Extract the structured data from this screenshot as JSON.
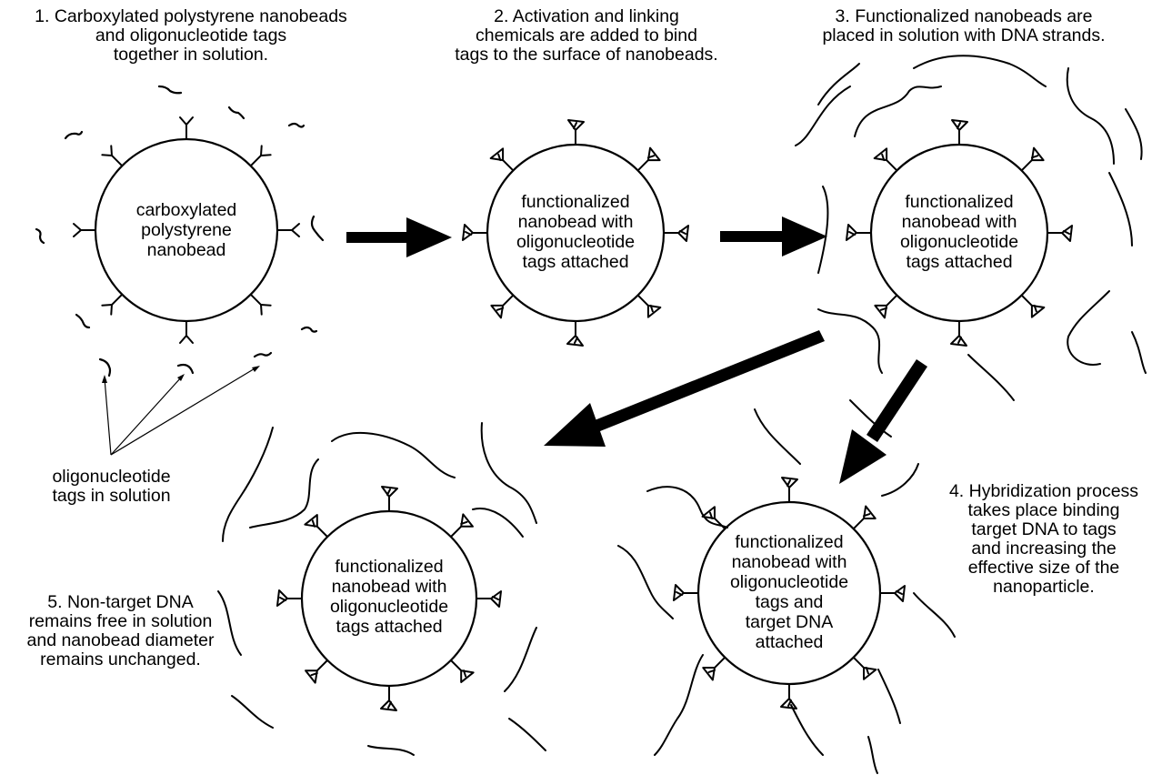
{
  "steps": {
    "step1": {
      "lines": [
        "1. Carboxylated polystyrene nanobeads",
        "and oligonucleotide tags",
        "together in solution."
      ]
    },
    "step2": {
      "lines": [
        "2. Activation and linking",
        "chemicals are added to bind",
        "tags to the surface of nanobeads."
      ]
    },
    "step3": {
      "lines": [
        "3. Functionalized nanobeads are",
        "placed in solution with DNA strands."
      ]
    },
    "step4": {
      "lines": [
        "4. Hybridization process",
        "takes place binding",
        "target DNA to tags",
        "and increasing the",
        "effective size of the",
        "nanoparticle."
      ]
    },
    "step5": {
      "lines": [
        "5. Non-target DNA",
        "remains free in solution",
        "and nanobead diameter",
        "remains unchanged."
      ]
    }
  },
  "beads": {
    "bead1": {
      "lines": [
        "carboxylated",
        "polystyrene",
        "nanobead"
      ]
    },
    "bead2": {
      "lines": [
        "functionalized",
        "nanobead with",
        "oligonucleotide",
        "tags attached"
      ]
    },
    "bead3": {
      "lines": [
        "functionalized",
        "nanobead with",
        "oligonucleotide",
        "tags attached"
      ]
    },
    "bead4": {
      "lines": [
        "functionalized",
        "nanobead with",
        "oligonucleotide",
        "tags  and",
        "target DNA",
        "attached"
      ]
    },
    "bead5": {
      "lines": [
        "functionalized",
        "nanobead with",
        "oligonucleotide",
        "tags attached"
      ]
    }
  },
  "legend": {
    "lines": [
      "oligonucleotide",
      "tags in solution"
    ]
  }
}
